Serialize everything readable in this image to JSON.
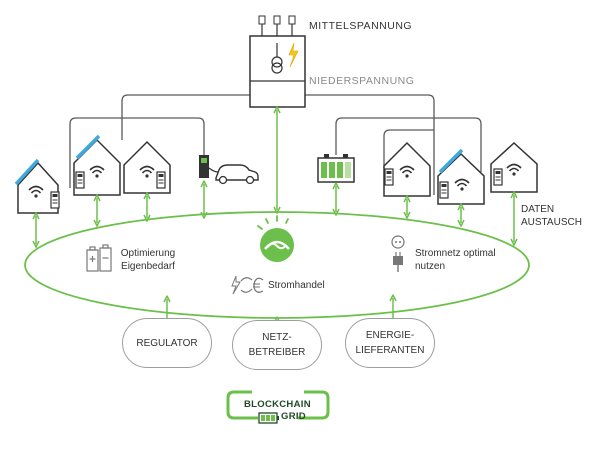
{
  "labels": {
    "mittelspannung": "MITTELSPANNUNG",
    "niederspannung": "NIEDERSPANNUNG",
    "daten_line1": "DATEN",
    "daten_line2": "AUSTAUSCH",
    "optimierung_line1": "Optimierung",
    "optimierung_line2": "Eigenbedarf",
    "stromnetz_line1": "Stromnetz optimal",
    "stromnetz_line2": "nutzen",
    "stromhandel": "Stromhandel"
  },
  "actors": {
    "regulator": "REGULATOR",
    "netz_line1": "NETZ-",
    "netz_line2": "BETREIBER",
    "energie_line1": "ENERGIE-",
    "energie_line2": "LIEFERANTEN"
  },
  "logo": {
    "line1": "BLOCKCHAIN",
    "line2": "GRID"
  },
  "colors": {
    "green": "#6cbf4a",
    "line_grey": "#5a5a5a",
    "light_grey": "#9e9e9e",
    "solar_blue": "#3fa9dd",
    "logo_dark": "#1f4a2a"
  }
}
